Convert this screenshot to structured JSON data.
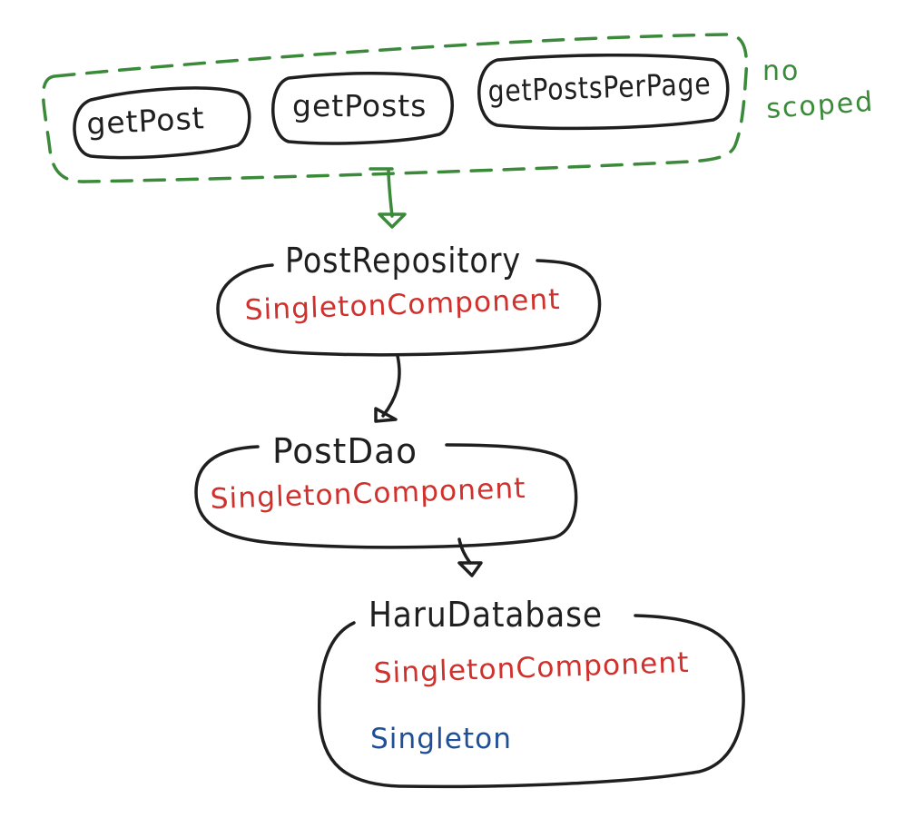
{
  "colors": {
    "ink": "#1f1f1f",
    "green": "#3a8a3a",
    "red": "#d0312d",
    "blue": "#1f4f96"
  },
  "scope_group": {
    "methods": [
      "getPost",
      "getPosts",
      "getPostsPerPage"
    ],
    "note_lines": [
      "no",
      "scoped"
    ]
  },
  "nodes": {
    "post_repository": {
      "name": "PostRepository",
      "component": "SingletonComponent"
    },
    "post_dao": {
      "name": "PostDao",
      "component": "SingletonComponent"
    },
    "haru_database": {
      "name": "HaruDatabase",
      "component": "SingletonComponent",
      "scope": "Singleton"
    }
  }
}
